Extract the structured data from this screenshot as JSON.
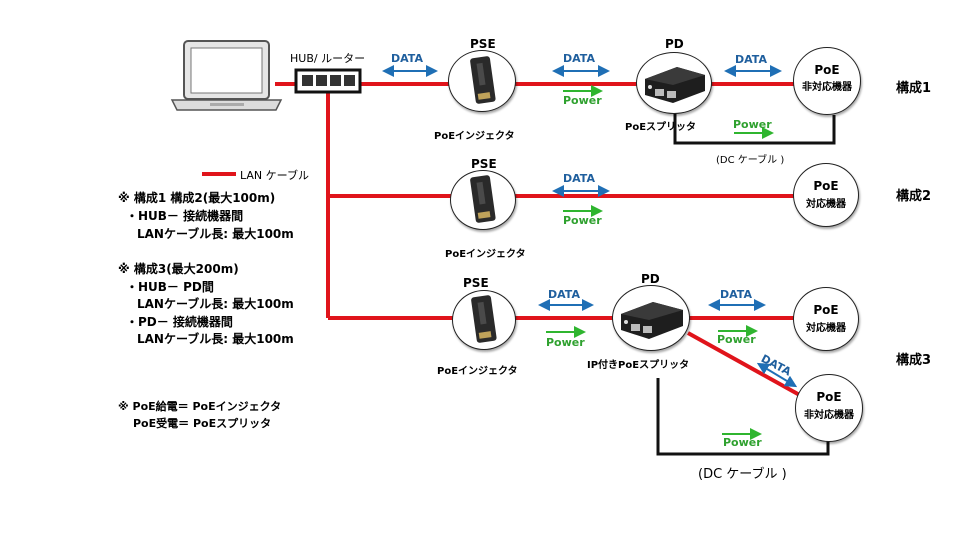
{
  "hub": {
    "label": "HUB/ ルーター"
  },
  "legend": {
    "cable_label": "LAN ケーブル"
  },
  "notes": {
    "cfg12_title": "※ 構成1  構成2(最大100m)",
    "cfg12_line1": "・HUB－ 接続機器間",
    "cfg12_line2": "LANケーブル長: 最大100m",
    "cfg3_title": "※ 構成3(最大200m)",
    "cfg3_line1": "・HUB－ PD間",
    "cfg3_line2": "LANケーブル長: 最大100m",
    "cfg3_line3": "・PD－ 接続機器間",
    "cfg3_line4": "LANケーブル長: 最大100m",
    "poe_line1": "※ PoE給電＝ PoEインジェクタ",
    "poe_line2": "PoE受電＝ PoEスプリッタ"
  },
  "config1": {
    "label": "構成1",
    "pse_title": "PSE",
    "injector_label": "PoEインジェクタ",
    "pd_title": "PD",
    "splitter_label": "PoEスプリッタ",
    "data1": "DATA",
    "data2": "DATA",
    "data3": "DATA",
    "power1": "Power",
    "power2": "Power",
    "dc_label": "(DC ケーブル )",
    "device_line1": "PoE",
    "device_line2": "非対応機器"
  },
  "config2": {
    "label": "構成2",
    "pse_title": "PSE",
    "injector_label": "PoEインジェクタ",
    "data1": "DATA",
    "power1": "Power",
    "device_line1": "PoE",
    "device_line2": "対応機器"
  },
  "config3": {
    "label": "構成3",
    "pse_title": "PSE",
    "injector_label": "PoEインジェクタ",
    "pd_title": "PD",
    "splitter_label": "IP付きPoEスプリッタ",
    "data1": "DATA",
    "data2": "DATA",
    "data3": "DATA",
    "power1": "Power",
    "power2": "Power",
    "power3": "Power",
    "dc_label": "(DC ケーブル )",
    "device_a_line1": "PoE",
    "device_a_line2": "対応機器",
    "device_b_line1": "PoE",
    "device_b_line2": "非対応機器"
  },
  "colors": {
    "lan_cable": "#e0141b",
    "data_arrow": "#1f6fb5",
    "power_arrow": "#2fb52f",
    "dc_cable": "#111111"
  },
  "icons": [
    "laptop-icon",
    "hub-icon",
    "poe-injector-icon",
    "poe-splitter-icon"
  ]
}
